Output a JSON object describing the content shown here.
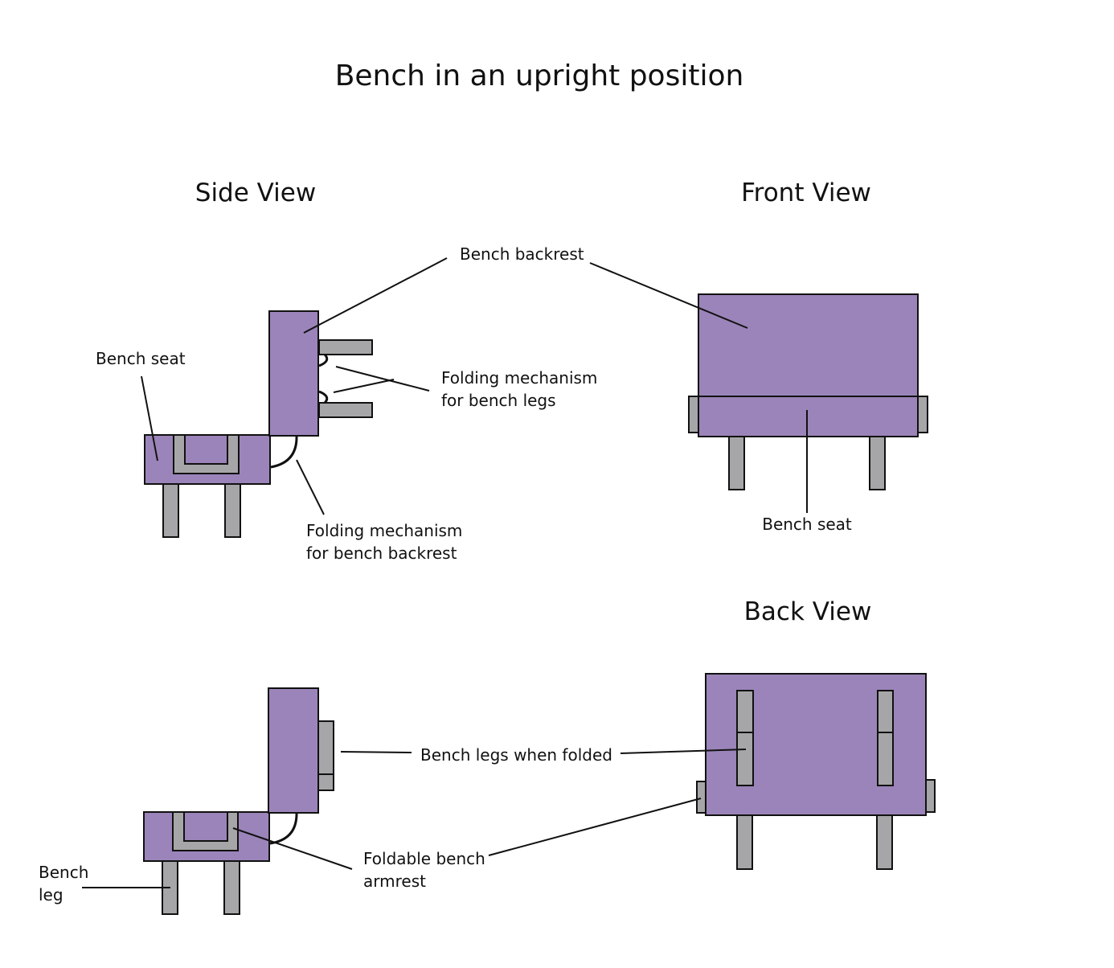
{
  "title": "Bench in an upright position",
  "views": {
    "side": "Side View",
    "front": "Front View",
    "back": "Back View"
  },
  "labels": {
    "bench_backrest": "Bench backrest",
    "bench_seat_side": "Bench seat",
    "folding_legs_line1": "Folding mechanism",
    "folding_legs_line2": "for bench legs",
    "folding_backrest_line1": "Folding mechanism",
    "folding_backrest_line2": "for bench backrest",
    "bench_seat_front": "Bench seat",
    "legs_folded": "Bench legs when folded",
    "armrest_line1": "Foldable bench",
    "armrest_line2": "armrest",
    "bench_leg_line1": "Bench",
    "bench_leg_line2": "leg"
  },
  "colors": {
    "body": "#9b84b9",
    "legs": "#a6a6a8",
    "outline": "#111111"
  }
}
